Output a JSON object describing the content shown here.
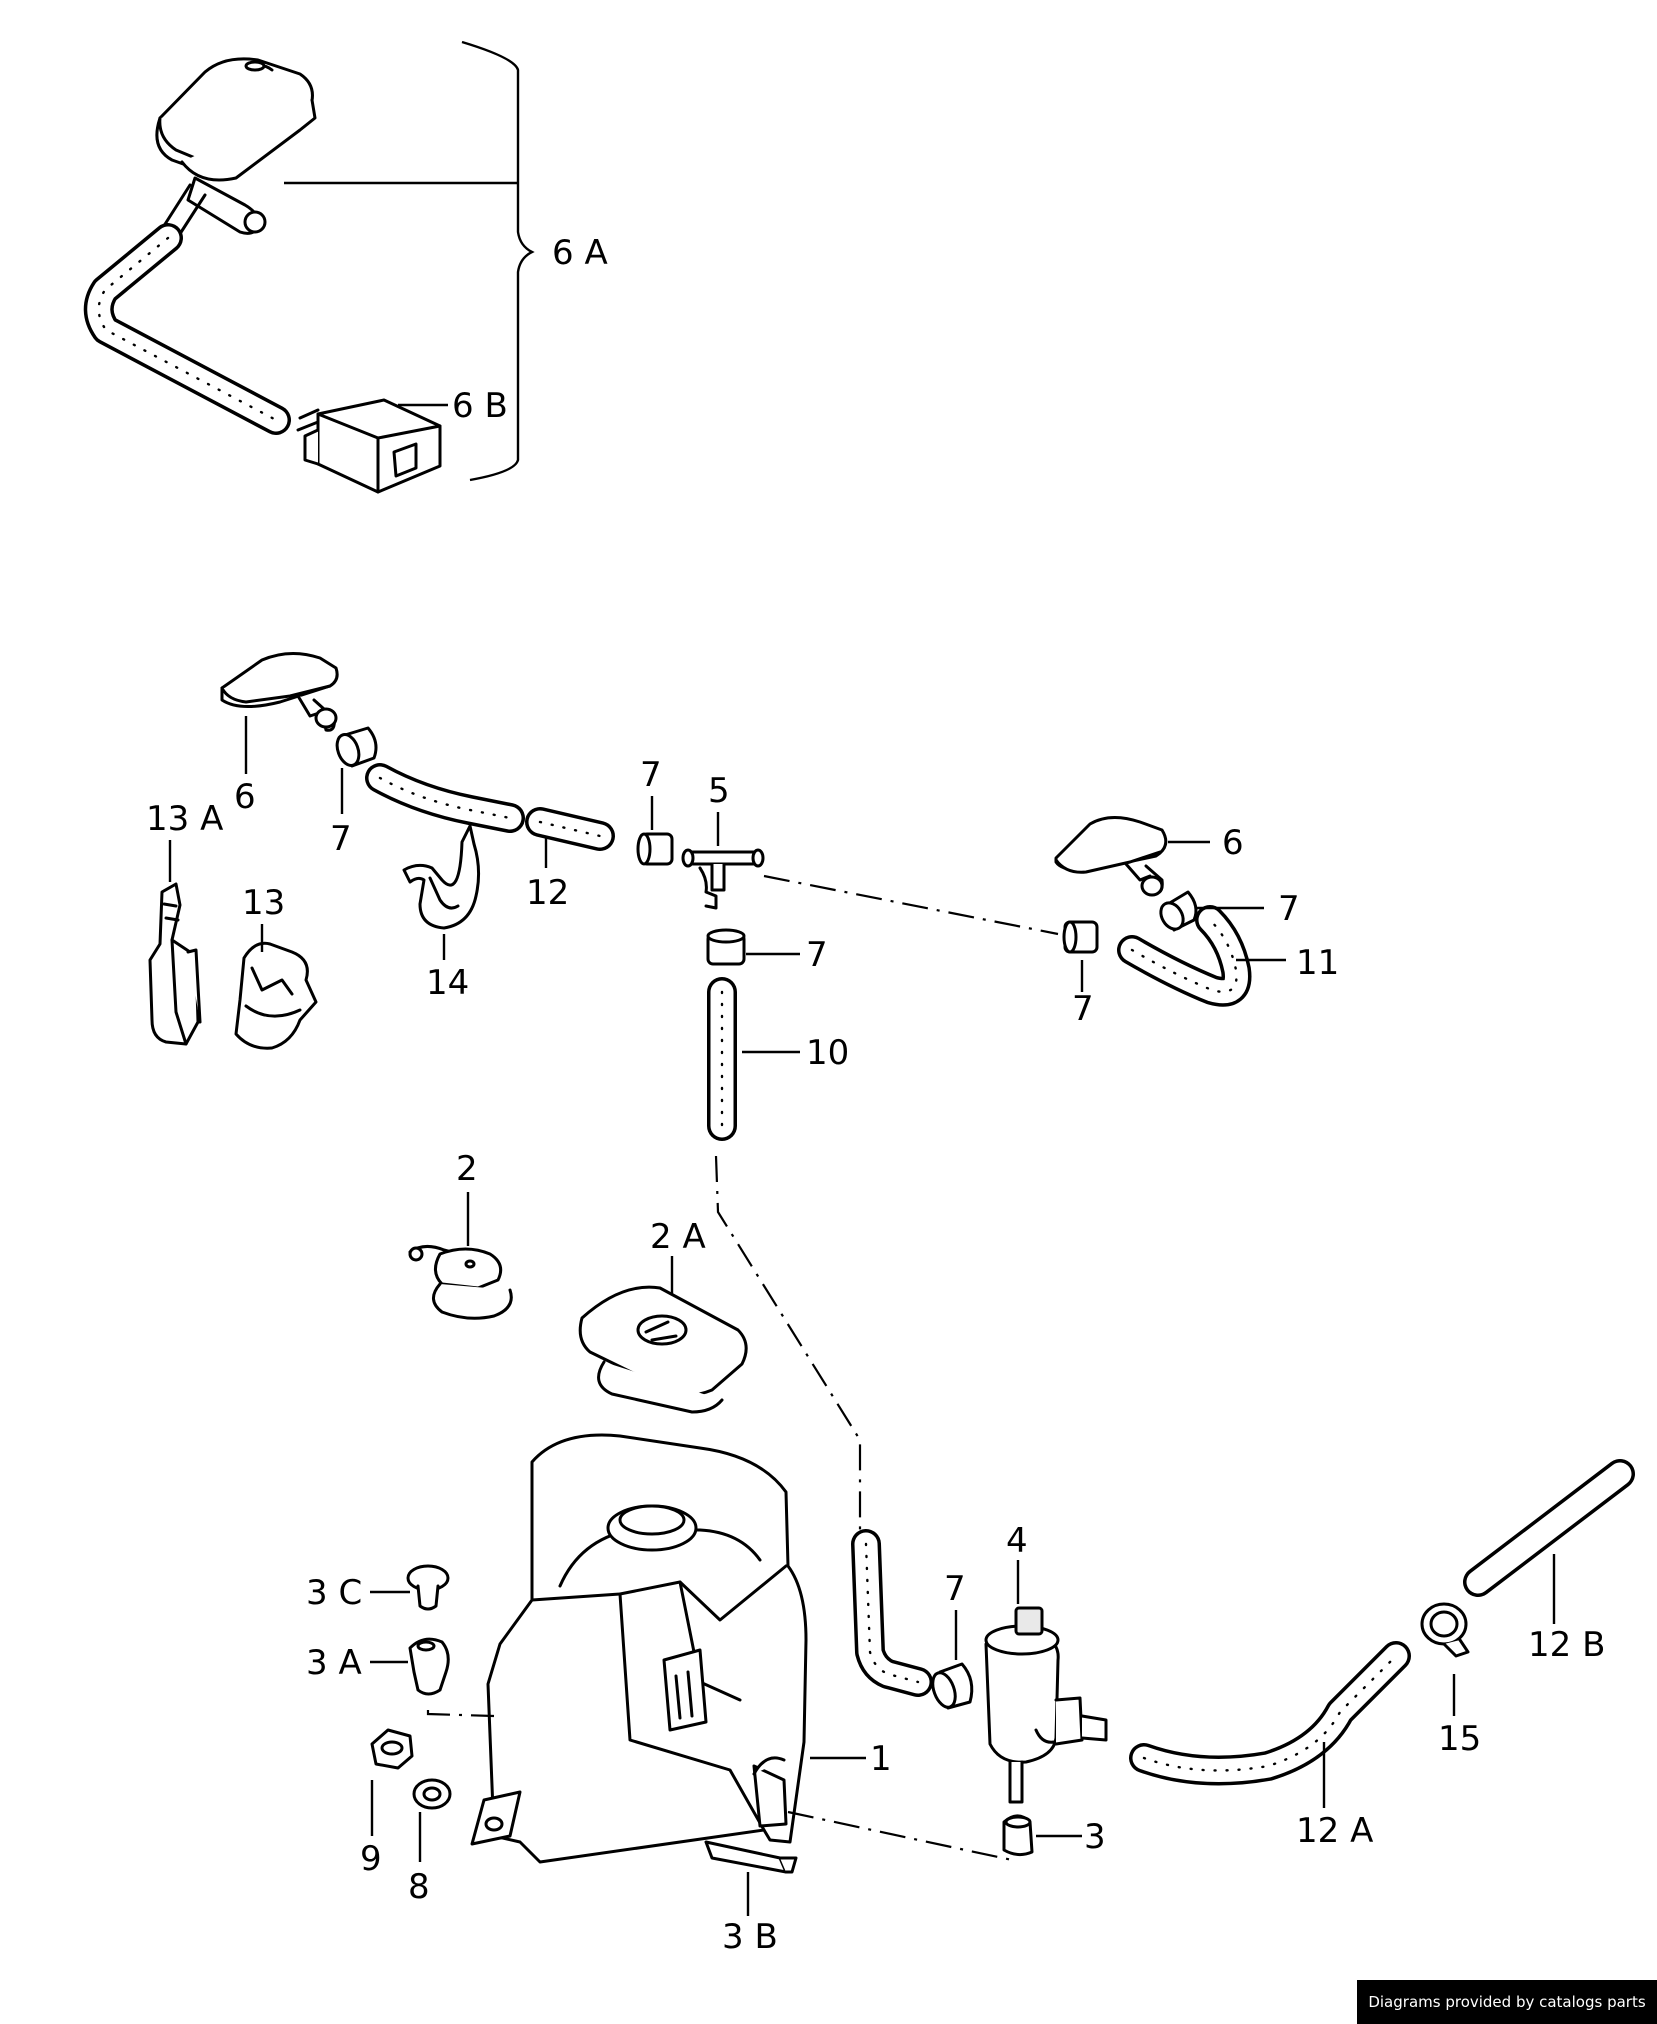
{
  "callouts": {
    "c6a": "6 A",
    "c6b": "6 B",
    "c6_left": "6",
    "c6_right": "6",
    "c7_a": "7",
    "c7_b": "7",
    "c7_c": "7",
    "c7_d": "7",
    "c7_e": "7",
    "c7_f": "7",
    "c5": "5",
    "c13a": "13 A",
    "c13": "13",
    "c12": "12",
    "c14": "14",
    "c11": "11",
    "c10": "10",
    "c2": "2",
    "c2a": "2 A",
    "c4": "4",
    "c3c": "3 C",
    "c3a": "3 A",
    "c1": "1",
    "c9": "9",
    "c8": "8",
    "c3": "3",
    "c3b": "3 B",
    "c12a": "12 A",
    "c12b": "12 B",
    "c15": "15"
  },
  "footer": {
    "credit": "Diagrams provided by catalogs parts"
  }
}
